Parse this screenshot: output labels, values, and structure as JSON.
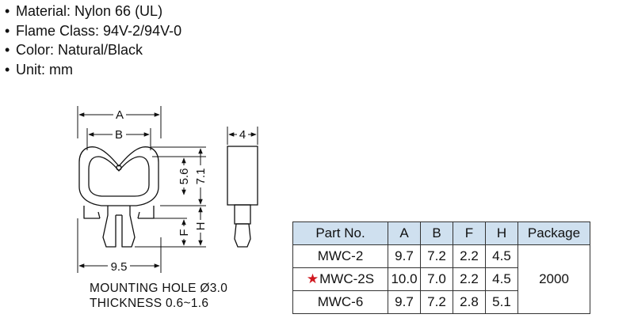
{
  "specs": [
    "Material: Nylon 66 (UL)",
    "Flame Class: 94V-2/94V-0",
    "Color: Natural/Black",
    "Unit: mm"
  ],
  "bullet": "•",
  "drawing": {
    "dim_A": "A",
    "dim_B": "B",
    "dim_4": "4",
    "dim_56": "5.6",
    "dim_71": "7.1",
    "dim_F": "F",
    "dim_H": "H",
    "dim_95": "9.5"
  },
  "mounting": {
    "hole": "MOUNTING HOLE Ø3.0",
    "thickness": "THICKNESS 0.6~1.6"
  },
  "table": {
    "headers": [
      "Part No.",
      "A",
      "B",
      "F",
      "H",
      "Package"
    ],
    "rows": [
      {
        "part": "MWC-2",
        "featured": false,
        "A": "9.7",
        "B": "7.2",
        "F": "2.2",
        "H": "4.5"
      },
      {
        "part": "MWC-2S",
        "featured": true,
        "A": "10.0",
        "B": "7.0",
        "F": "2.2",
        "H": "4.5"
      },
      {
        "part": "MWC-6",
        "featured": false,
        "A": "9.7",
        "B": "7.2",
        "F": "2.8",
        "H": "5.1"
      }
    ],
    "package": "2000",
    "header_color": "#cfe0ef",
    "star_color": "#d0181f",
    "star_icon": "★"
  }
}
